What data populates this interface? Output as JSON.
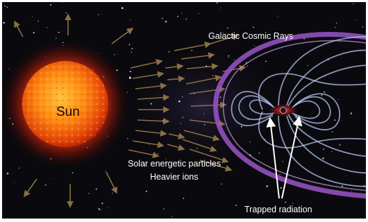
{
  "labels": {
    "sun": "Sun",
    "galactic_cosmic_rays": "Galactic Cosmic Rays",
    "solar_energetic_particles": "Solar energetic particles",
    "heavier_ions": "Heavier ions",
    "trapped_radiation": "Trapped radiation"
  },
  "colors": {
    "space": "#0a0a0e",
    "sun_core": "#ffb02a",
    "sun_edge": "#c41d00",
    "sun_corona": "#e02a10",
    "particle_arrows": "#9a7a4a",
    "magnetosphere_outer": "#9a55c8",
    "field_lines": "#b8c4f0",
    "pointer_arrows": "#ffffff"
  },
  "icons": {
    "sun": "sun-icon",
    "earth": "earth-icon"
  }
}
